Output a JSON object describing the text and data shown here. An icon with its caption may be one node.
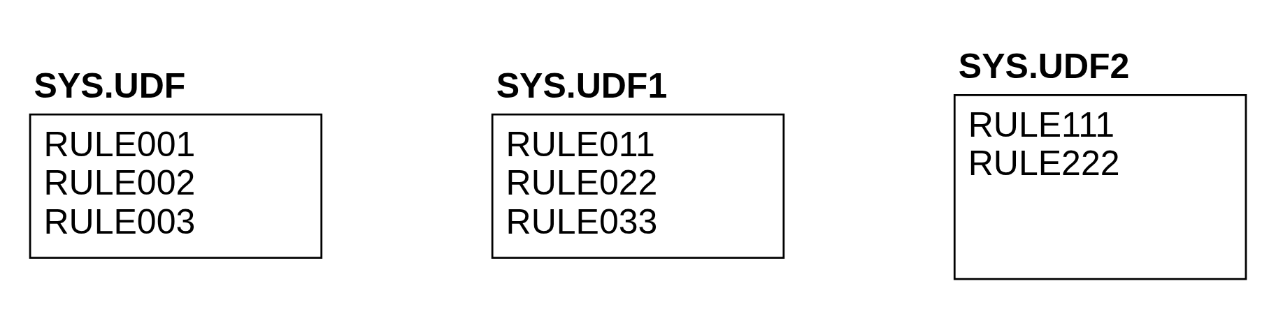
{
  "diagram": {
    "nodes": [
      {
        "text": [
          "SYS.UDF",
          "RULE001",
          "RULE002",
          "RULE003"
        ]
      },
      {
        "text": [
          "SYS.UDF1",
          "RULE011",
          "RULE022",
          "RULE033"
        ]
      },
      {
        "text": [
          "SYS.UDF2",
          "RULE111",
          "RULE222"
        ]
      }
    ],
    "edges": []
  }
}
